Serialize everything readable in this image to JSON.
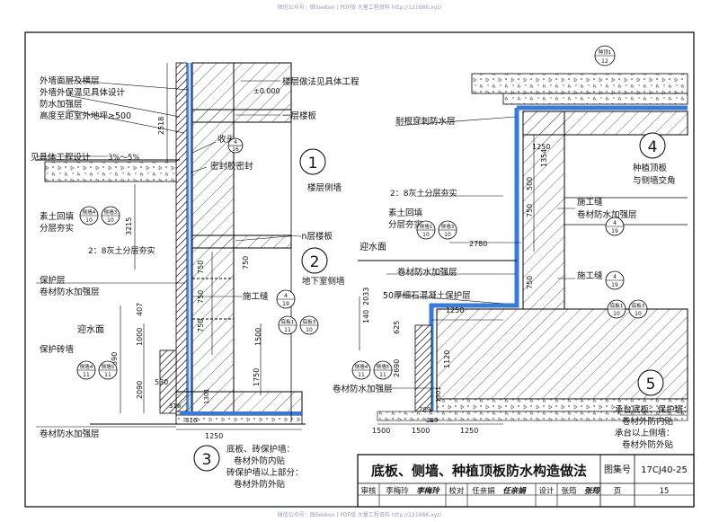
{
  "watermark_top": "微信公众号：微Seekoo | PDF版 大量工程资料 http://121686.xyz/",
  "watermark_bottom": "微信公众号：微Seekoo | PDF版 大量工程资料 http://121686.xyz/",
  "left": {
    "labels": {
      "wall_finish": "外墙面层及横层",
      "ext_insul": "外墙外保温见具体设计",
      "wp_reinf": "防水加强层",
      "height_note": "高度至距室外地坪≥500",
      "see_project": "见具体工程设计",
      "slope": "3%～5%",
      "backfill_1": "素土回填",
      "backfill_2": "分层夯实",
      "lime_soil": "2：8灰土分层夯实",
      "protect_layer": "保护层",
      "coil_reinf": "卷材防水加强层",
      "water_face": "迎水面",
      "brick_wall": "保护砖墙",
      "coil_reinf_bottom": "卷材防水加强层",
      "floor_method": "楼层做法见具体工程",
      "elevation": "±0.000",
      "floor1": "一层楼板",
      "closure": "收头",
      "sealant": "密封胶密封",
      "floor_side_wall": "楼层侧墙",
      "floor_n": "-n层楼板",
      "basement_wall": "地下室侧墙",
      "const_joint": "施工缝",
      "bottom_note_1": "底板、砖保护墙：",
      "bottom_note_2": "卷材外防内贴",
      "bottom_note_3": "砖保护墙以上部分：",
      "bottom_note_4": "卷材外防外贴"
    },
    "dims": {
      "d2518": "2518",
      "d3215": "3215",
      "d750a": "750",
      "d750b": "750",
      "d750c": "750",
      "d407": "407",
      "d1000": "1000",
      "d3590": "3590",
      "d2090": "2090",
      "d530": "530",
      "d1500": "1500",
      "d1750": "1750",
      "d1250": "1250",
      "d316a": "316",
      "d316b": "316",
      "d1301": "1301"
    },
    "refs": {
      "r1_top": "4",
      "r1_bot": "16",
      "r2a_top": "侧墙4",
      "r2a_bot": "10",
      "r2b_top": "侧墙3",
      "r2b_bot": "10",
      "r3_top": "4",
      "r3_bot": "19",
      "r4a_top": "底板1",
      "r4a_bot": "11",
      "r4b_top": "底板3",
      "r4b_bot": "10",
      "r5a_top": "侧墙4",
      "r5a_bot": "11",
      "r5b_top": "侧墙5",
      "r5b_bot": "11"
    },
    "numbers": {
      "n1": "1",
      "n2": "2",
      "n3": "3"
    }
  },
  "right": {
    "labels": {
      "root_resist": "耐根穿刺防水层",
      "lime_soil": "2：8灰土分层夯实",
      "backfill_1": "素土回填",
      "backfill_2": "分层夯实",
      "water_face": "迎水面",
      "coil_reinf": "卷材防水加强层",
      "concrete_protect": "50厚细石混凝土保护层",
      "coil_reinf_2": "卷材防水加强层",
      "const_joint": "施工缝",
      "coil_reinf_3": "卷材防水加强层",
      "const_joint_2": "施工缝",
      "plant_roof_1": "种植顶板",
      "plant_roof_2": "与侧墙交角",
      "note_1": "承台底板、保护墙：",
      "note_2": "卷材外防内贴",
      "note_3": "承台以上侧墙：",
      "note_4": "卷材外防外贴"
    },
    "dims": {
      "d1250a": "1250",
      "d1354": "1354",
      "d500": "500",
      "d750a": "750",
      "d2780": "2780",
      "d750b": "750",
      "d2033": "2033",
      "d140": "140",
      "d1250b": "1250",
      "d625": "625",
      "d1120": "1120",
      "d2690": "2690",
      "d1301": "1301",
      "d289a": "289",
      "d289b": "289",
      "d1500a": "1500",
      "d1500b": "1500",
      "d1250c": "1250"
    },
    "refs": {
      "plant_top": "种顶1",
      "plant_bot": "12",
      "ra_top": "侧墙1",
      "ra_bot": "10",
      "rb_top": "侧墙3",
      "rb_bot": "10",
      "rc_top": "4",
      "rc_bot": "19",
      "rd_top": "4",
      "rd_bot": "19",
      "re_top": "底板1",
      "re_bot": "10",
      "rf_top": "底板3",
      "rf_bot": "10",
      "rg_top": "侧墙4",
      "rg_bot": "11",
      "rh_top": "侧墙5",
      "rh_bot": "11"
    },
    "numbers": {
      "n4": "4",
      "n5": "5"
    }
  },
  "title_block": {
    "title": "底板、侧墙、种植顶板防水构造做法",
    "atlas_label": "图集号",
    "atlas_no": "17CJ40-25",
    "review_label": "审核",
    "reviewer": "李梅玲",
    "reviewer_sign": "李梅玲",
    "check_label": "校对",
    "checker": "任亲娟",
    "checker_sign": "任亲娟",
    "design_label": "设计",
    "designer": "张筠",
    "designer_sign": "张筠",
    "page_label": "页",
    "page_no": "15"
  }
}
